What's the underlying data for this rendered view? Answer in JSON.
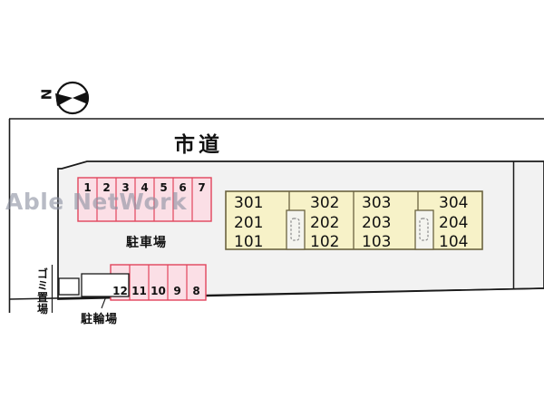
{
  "meta": {
    "title": "敷地配置図",
    "watermark": "Able NetWork"
  },
  "colors": {
    "road_label": "#111111",
    "parking_fill": "#fbdfe6",
    "parking_stroke": "#e2455c",
    "building_fill": "#f7f2c8",
    "building_stroke": "#9a9060",
    "site_stroke": "#1a1a1a",
    "watermark": "#8e93a3",
    "ground_fill": "#f2f2f2",
    "white_box_fill": "#ffffff"
  },
  "compass": {
    "name": "north-arrow",
    "letter": "N"
  },
  "labels": {
    "road": "市道",
    "parking_lot": "駐車場",
    "bicycle_parking": "駐輪場",
    "garbage_area": "ゴミ置場"
  },
  "parking": {
    "upper_row": {
      "name": "upper-parking-row",
      "stalls": [
        "1",
        "2",
        "3",
        "4",
        "5",
        "6",
        "7"
      ]
    },
    "lower_row": {
      "name": "lower-parking-row",
      "stalls": [
        "12",
        "11",
        "10",
        "9",
        "8"
      ]
    }
  },
  "building": {
    "name": "apartment-building",
    "blocks": [
      {
        "units": [
          "301",
          "201",
          "101"
        ]
      },
      {
        "units": [
          "302",
          "202",
          "102"
        ]
      },
      {
        "units": [
          "303",
          "203",
          "103"
        ]
      },
      {
        "units": [
          "304",
          "204",
          "104"
        ]
      }
    ],
    "stairwells": [
      "stairwell-left",
      "stairwell-right"
    ]
  }
}
